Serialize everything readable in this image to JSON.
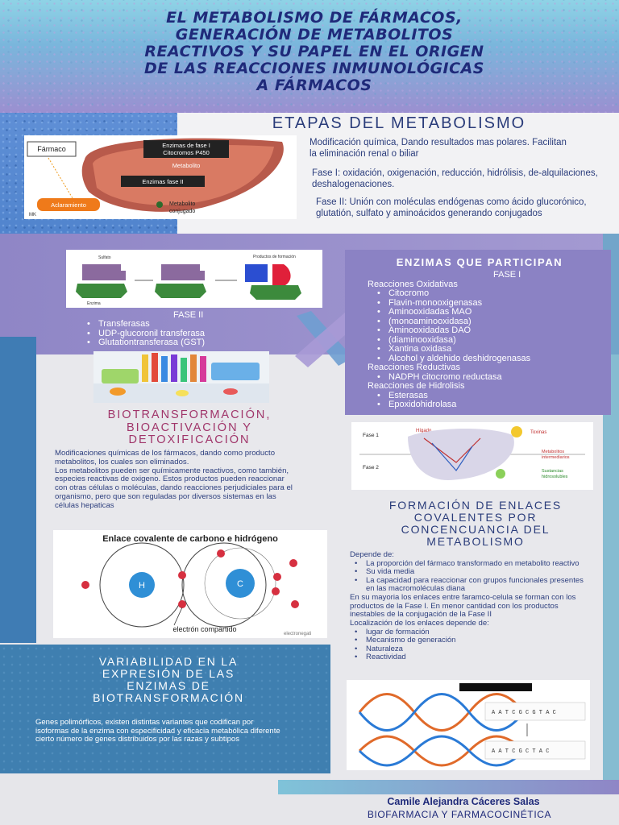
{
  "header": {
    "title_lines": [
      "El metabolismo de fármacos,",
      "generación de metabolitos",
      "reactivos y su papel en el origen",
      "de las reacciones inmunológicas",
      "a fármacos"
    ]
  },
  "etapas": {
    "title": "ETAPAS DEL METABOLISMO",
    "p1": "Modificación química, Dando resultados mas polares. Facilitan la eliminación renal o biliar",
    "p2": "Fase I: oxidación, oxigenación, reducción, hidrólisis, de-alquilaciones, deshalogenaciones.",
    "p3": "Fase II: Unión con moléculas endógenas como ácido glucorónico, glutatión, sulfato y aminoácidos generando conjugados",
    "liver_labels": {
      "farmaco": "Fármaco",
      "enzimas_fase1": "Enzimas de fase I\nCitocromos P450",
      "metabolito": "Metabolito",
      "enzimas_fase2": "Enzimas fase II",
      "aclaramiento": "Aclaramiento",
      "metabolito_conjugado": "Metabolito\nconjugado",
      "corner": "MK"
    }
  },
  "conj_diagram": {
    "sulfato": "Sulfato",
    "enzima": "Enzima",
    "producto": "Productos de formación"
  },
  "fase2": {
    "heading": "FASE II",
    "items": [
      "Transferasas",
      "UDP-glucoronil transferasa",
      "Glutationtransferasa (GST)"
    ]
  },
  "enzimas": {
    "title": "ENZIMAS QUE PARTICIPAN",
    "fase1": "FASE I",
    "oxidativas": "Reacciones Oxidativas",
    "oxidativas_items": [
      "Citocromo",
      "Flavin-monooxigenasas",
      "Aminooxidadas MAO",
      "(monoaminooxidasa)",
      "Aminooxidadas DAO",
      "(diaminooxidasa)",
      "Xantina oxidasa",
      "Alcohol y aldehido deshidrogenasas"
    ],
    "reductivas": "Reacciones Reductivas",
    "reductivas_items": [
      "NADPH citocromo reductasa"
    ],
    "hidrolisis": "Reacciones de Hidrolisis",
    "hidrolisis_items": [
      "Esterasas",
      "Epoxidohidrolasa"
    ]
  },
  "bio": {
    "title_lines": [
      "BIOTRANSFORMACIÓN,",
      "BIOACTIVACIÓN Y",
      "DETOXIFICACIÓN"
    ],
    "text": "Modificaciones químicas de los fármacos, dando como producto metabolitos, los cuales son eliminados.\nLos metabolitos pueden ser químicamente reactivos, como también, especies reactivas de oxigeno. Estos productos pueden reaccionar con otras células o moléculas, dando reacciones perjudiciales para el organismo, pero que son reguladas por diversos sistemas en las células hepaticas"
  },
  "fase_diagram": {
    "fase1": "Fase 1",
    "fase2": "Fase 2",
    "higado": "Hígado",
    "toxinas": "Toxinas",
    "metabolitos": "Metabolitos\nintermediarios",
    "sustancias": "Sustancias\nhidrosolubles"
  },
  "enlace": {
    "title": "Enlace covalente de carbono e hidrógeno",
    "h": "H",
    "c": "C",
    "electron": "electrón compartido",
    "watermark": "electronegati"
  },
  "formacion": {
    "title_lines": [
      "FORMACIÓN DE ENLACES",
      "COVALENTES POR",
      "CONCENCUANCIA DEL",
      "METABOLISMO"
    ],
    "depende": "Depende de:",
    "depende_items": [
      "La proporción del fármaco transformado en metabolito reactivo",
      "Su vida media",
      "La capacidad para reaccionar con grupos funcionales presentes en las macromoléculas diana"
    ],
    "text2": "En su mayoria los enlaces entre faramco-celula se forman con los productos de la Fase I. En menor cantidad con los productos inestables de la conjugación de la Fase II",
    "localizacion": "Localización de los enlaces depende de:",
    "loc_items": [
      "lugar de formación",
      "Mecanismo de generación",
      "Naturaleza",
      "Reactividad"
    ]
  },
  "dna": {
    "seq_top": "A A T C G C G T A C",
    "seq_bottom": "A A T C G C T A C"
  },
  "variabilidad": {
    "title_lines": [
      "VARIABILIDAD EN LA",
      "EXPRESIÓN DE LAS",
      "ENZIMAS DE",
      "BIOTRANSFORMACIÓN"
    ],
    "text": "Genes polimórficos, existen distintas variantes que codifican por isoformas de la enzima con especificidad y eficacia metabólica diferente cierto número de genes distribuidos por las razas y subtipos"
  },
  "footer": {
    "author": "Camile Alejandra Cáceres Salas",
    "course": "BIOFARMACIA Y FARMACOCINÉTICA"
  },
  "colors": {
    "navy": "#1f2a7a",
    "purple": "#8b82c4",
    "blue": "#3f7fb0",
    "teal": "#7fc3d9"
  }
}
